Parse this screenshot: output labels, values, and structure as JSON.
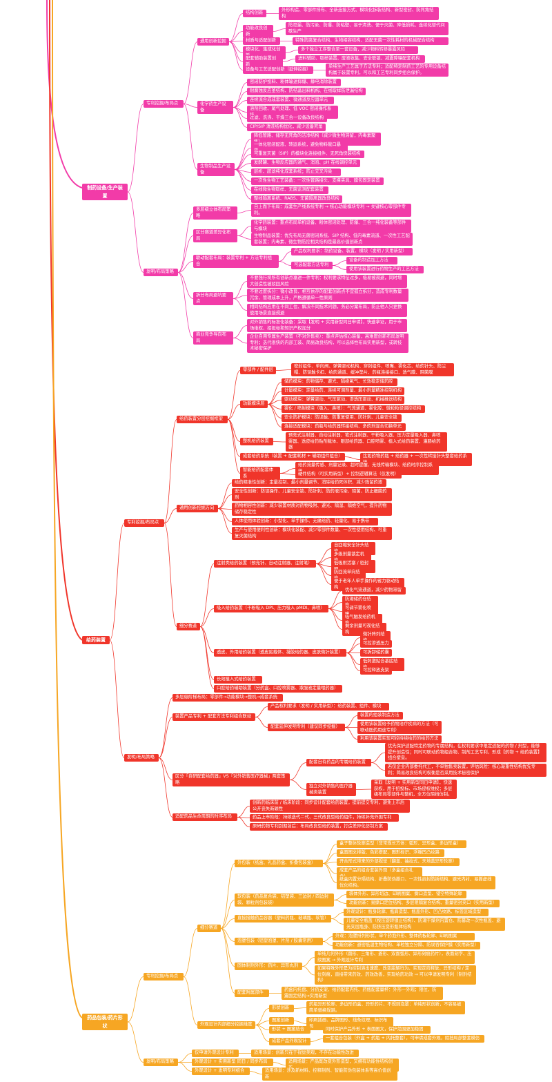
{
  "colors": {
    "pink": "#f23ba8",
    "red": "#f0352a",
    "orange": "#f6a623",
    "gold": "#e7ad2b"
  },
  "nodes": [
    {
      "id": "pk",
      "parent": null,
      "color": "pink",
      "text": "制药设备/生产装置"
    },
    {
      "id": "pk_a",
      "parent": "pk",
      "color": "pink",
      "text": "专利挖掘/布局点"
    },
    {
      "id": "pk_a1",
      "parent": "pk_a",
      "color": "pink",
      "text": "通用创新挖掘"
    },
    {
      "id": "pk_a1_1",
      "parent": "pk_a1",
      "color": "pink",
      "text": "结构创新"
    },
    {
      "id": "pk_a1_1a",
      "parent": "pk_a1_1",
      "color": "pink",
      "text": "外形构造、零部件排布、全新连接方式、模块化拆装结构、新型密封、防死角结构"
    },
    {
      "id": "pk_a1_2",
      "parent": "pk_a1",
      "color": "pink",
      "text": "功能改良创新"
    },
    {
      "id": "pk_a1_2a",
      "parent": "pk_a1_2",
      "color": "pink",
      "text": "防泄漏、防污染、防爆、防粘壁、易于清洗、便于灭菌、降低损耗、连续化替代间歇生产"
    },
    {
      "id": "pk_a1_3",
      "parent": "pk_a1",
      "color": "pink",
      "text": "材质与适配创新"
    },
    {
      "id": "pk_a1_3a",
      "parent": "pk_a1_3",
      "color": "pink",
      "text": "特殊防腐复合结构、生物相容结构、适配无菌一次性耗材的机械配合结构"
    },
    {
      "id": "pk_a1_4",
      "parent": "pk_a1",
      "color": "pink",
      "text": "模块化、集成化创新"
    },
    {
      "id": "pk_a1_4a",
      "parent": "pk_a1_4",
      "color": "pink",
      "text": "多个独立工序整合至一套设备，减少物料转移暴露风险"
    },
    {
      "id": "pk_a1_5",
      "parent": "pk_a1",
      "color": "pink",
      "text": "配套辅助装置创新"
    },
    {
      "id": "pk_a1_5a",
      "parent": "pk_a1_5",
      "color": "pink",
      "text": "进料辅助、取样装置、废液收集、安全联锁、减震降噪配套机构"
    },
    {
      "id": "pk_a1_6",
      "parent": "pk_a1",
      "color": "pink",
      "text": "设备与工艺适配创新（延伸挖掘）"
    },
    {
      "id": "pk_a1_6a",
      "parent": "pk_a1_6",
      "color": "pink",
      "text": "单纯生产工艺属于方法专利；适配特定制药工艺的专用设备结构属于装置专利，可以和工艺专利同步组合保护。"
    },
    {
      "id": "pk_a2",
      "parent": "pk_a",
      "color": "pink",
      "text": "化学药生产设备"
    },
    {
      "id": "pk_a2_1",
      "parent": "pk_a2",
      "color": "pink",
      "text": "密闭防护投料、粉体输送抑爆、静电消除装置"
    },
    {
      "id": "pk_a2_2",
      "parent": "pk_a2",
      "color": "pink",
      "text": "耐腐蚀反应釜结构、防结晶出料机构、在线取样防泄漏结构"
    },
    {
      "id": "pk_a2_3",
      "parent": "pk_a2",
      "color": "pink",
      "text": "连续流合成成套装置、微通道反应器单元"
    },
    {
      "id": "pk_a2_4",
      "parent": "pk_a2",
      "color": "pink",
      "text": "溶剂回收、尾气处理、低 VOC 密闭操作系统"
    },
    {
      "id": "pk_a2_5",
      "parent": "pk_a2",
      "color": "pink",
      "text": "过滤、洗涤、干燥三合一设备改良结构"
    },
    {
      "id": "pk_a2_6",
      "parent": "pk_a2",
      "color": "pink",
      "text": "CIP/SIP 清洗结构优化，减少设备死角"
    },
    {
      "id": "pk_a3",
      "parent": "pk_a",
      "color": "pink",
      "text": "生物制品生产设备"
    },
    {
      "id": "pk_a3_1",
      "parent": "pk_a3",
      "color": "pink",
      "text": "降低管路、储存无死角的洁净结构（减少微生物滞留，内毒素聚集）"
    },
    {
      "id": "pk_a3_2",
      "parent": "pk_a3",
      "color": "pink",
      "text": "一体化密闭配液、转运系统，避免物料敞口暴露"
    },
    {
      "id": "pk_a3_3",
      "parent": "pk_a3",
      "color": "pink",
      "text": "可重复灭菌（SIP）的模块化连接组件、无死角快装结构"
    },
    {
      "id": "pk_a3_4",
      "parent": "pk_a3",
      "color": "pink",
      "text": "发酵罐、生物反应器的通气、消泡、pH 在线调控单元"
    },
    {
      "id": "pk_a3_5",
      "parent": "pk_a3",
      "color": "pink",
      "text": "层析、超滤纯化成套系统；防止交叉污染"
    },
    {
      "id": "pk_a3_6",
      "parent": "pk_a3",
      "color": "pink",
      "text": "一次性生物工艺装备：一次性管路接头、支撑夹具、膜包固定装置"
    },
    {
      "id": "pk_a3_7",
      "parent": "pk_a3",
      "color": "pink",
      "text": "在线微生物取样、无菌监测配套装置"
    },
    {
      "id": "pk_a3_8",
      "parent": "pk_a3",
      "color": "pink",
      "text": "整线隔离系统、RABS、无菌隔离器改良结构"
    },
    {
      "id": "pk_b",
      "parent": "pk",
      "color": "pink",
      "text": "发明/布局策略"
    },
    {
      "id": "pk_b1",
      "parent": "pk_b",
      "color": "pink",
      "text": "多层级立体布局策略"
    },
    {
      "id": "pk_b1a",
      "parent": "pk_b1",
      "color": "pink",
      "text": "自上而下布局：成套生产线系统专利 → 核心功能模块专利 → 关键核心零部件专利。"
    },
    {
      "id": "pk_b2",
      "parent": "pk_b",
      "color": "pink",
      "text": "区分赛道差异化布局"
    },
    {
      "id": "pk_b2a",
      "parent": "pk_b2",
      "color": "pink",
      "text": "化学药装置：重点布局单机设备、粉体密闭处理、防爆、三合一纯化装备等部件与模块"
    },
    {
      "id": "pk_b2b",
      "parent": "pk_b2",
      "color": "pink",
      "text": "生物制品装置：优先布局无菌密闭系统、SIP 结构、低内毒素流道、一次性工艺配套装置；内毒素、微生物防控相关结构是最高价值创新点"
    },
    {
      "id": "pk_b3",
      "parent": "pk_b",
      "color": "pink",
      "text": "联动配套布局：装置专利 + 方法专利组合"
    },
    {
      "id": "pk_b3a",
      "parent": "pk_b3",
      "color": "pink",
      "text": "产品权利要求：制药设备、装置、模块（发明 / 实用新型）"
    },
    {
      "id": "pk_b3b",
      "parent": "pk_b3",
      "color": "pink",
      "text": "可选配套方法专利"
    },
    {
      "id": "pk_b3b1",
      "parent": "pk_b3b",
      "color": "pink",
      "text": "设备的制造加工方法"
    },
    {
      "id": "pk_b3b2",
      "parent": "pk_b3b",
      "color": "pink",
      "text": "使用该装置进行药物生产的工艺方法"
    },
    {
      "id": "pk_b4",
      "parent": "pk_b",
      "color": "pink",
      "text": "拆分布局避坑要点"
    },
    {
      "id": "pk_b4a",
      "parent": "pk_b4",
      "color": "pink",
      "text": "不要强行将所有创新点塞进一件专利：权利要求特征过多，极易被规避，同时增大创造性被驳回风险"
    },
    {
      "id": "pk_b4b",
      "parent": "pk_b4",
      "color": "pink",
      "text": "不要过度拆分：微小改良、相互依存的配套创新点不宜孤立拆分，造成专利数量冗余、管理成本上升，严格遵循单一性原则"
    },
    {
      "id": "pk_b4c",
      "parent": "pk_b4",
      "color": "pink",
      "text": "相同结构应用在不同工位、解决不同技术问题，务必分案布局，防止他人只更换使用场景直接规避"
    },
    {
      "id": "pk_b5",
      "parent": "pk_b",
      "color": "pink",
      "text": "商业竞争导向布局"
    },
    {
      "id": "pk_b5a",
      "parent": "pk_b5",
      "color": "pink",
      "text": "对外销售的标准化装备：采取【发明 + 实用新型同日申请】，快速拿证，用于市场维权、招投标和知识产权加分"
    },
    {
      "id": "pk_b5b",
      "parent": "pk_b5",
      "color": "pink",
      "text": "企业自用专属生产装置（不对外售卖）：重点评估核心装备，高难度创新布局发明专利；迭代很快的内部工装、简易改良结构，可以选择性布局实用新型，或转技术秘密保护"
    },
    {
      "id": "rd",
      "parent": null,
      "color": "red",
      "text": "给药装置"
    },
    {
      "id": "rd_a",
      "parent": "rd",
      "color": "red",
      "text": "专利挖掘/布局点"
    },
    {
      "id": "rd_a1",
      "parent": "rd_a",
      "color": "red",
      "text": "给药装置分层挖掘框架"
    },
    {
      "id": "rd_a1_1",
      "parent": "rd_a1",
      "color": "red",
      "text": "零部件 / 配件层"
    },
    {
      "id": "rd_a1_1a",
      "parent": "rd_a1_1",
      "color": "red",
      "text": "密封组件、单向阀、弹簧驱动机构、穿刺组件、喷嘴、雾化芯、给药针头、防尘帽、防误触卡扣、给药通道、缓冲垫片、药瓶连接接口、透气膜、阻菌膜"
    },
    {
      "id": "rd_a1_2",
      "parent": "rd_a1",
      "color": "red",
      "text": "功能模块层"
    },
    {
      "id": "rd_a1_2a",
      "parent": "rd_a1_2",
      "color": "red",
      "text": "储药模块：药物储存、避光、隔绝氧气、长效稳定储药腔"
    },
    {
      "id": "rd_a1_2b",
      "parent": "rd_a1_2",
      "color": "red",
      "text": "计量模块：定量给药、连续可调剂量、最小剂量精准控制机构"
    },
    {
      "id": "rd_a1_2c",
      "parent": "rd_a1_2",
      "color": "red",
      "text": "驱动模块：弹簧驱动、气压驱动、渗透压驱动、机械推送结构"
    },
    {
      "id": "rd_a1_2d",
      "parent": "rd_a1_2",
      "color": "red",
      "text": "雾化 / 喷射模块（吸入、鼻喷）：气流通道、雾化腔、微粒粒径调控结构"
    },
    {
      "id": "rd_a1_2e",
      "parent": "rd_a1_2",
      "color": "red",
      "text": "安全防护模块：防误触、防重复使用、防针刺、儿童安全锁"
    },
    {
      "id": "rd_a1_2f",
      "parent": "rd_a1_2",
      "color": "red",
      "text": "连接适配模块：药瓶与给药器转接结构、多药剂混合切换单元"
    },
    {
      "id": "rd_a1_3",
      "parent": "rd_a1",
      "color": "red",
      "text": "整机给药装置"
    },
    {
      "id": "rd_a1_3a",
      "parent": "rd_a1_3",
      "color": "red",
      "text": "预充式注射器、自动注射器、笔式注射器、干粉吸入器、压力定量吸入器、鼻喷雾器、透皮给药贴剂载体、眼部给药器、口腔喷雾、植入式给药装置、灌肠给药器"
    },
    {
      "id": "rd_a1_4",
      "parent": "rd_a1",
      "color": "red",
      "text": "成套给药系统（装置 + 配套耗材 + 辅助组件组合）"
    },
    {
      "id": "rd_a1_4a",
      "parent": "rd_a1_4",
      "color": "red",
      "text": "比如药物药瓶 + 给药器 + 一次性转接针头整套给药系统"
    },
    {
      "id": "rd_a1_5",
      "parent": "rd_a1",
      "color": "red",
      "text": "智能给药配套体系"
    },
    {
      "id": "rd_a1_5a",
      "parent": "rd_a1_5",
      "color": "red",
      "text": "给药流量传感、剂量记录、超时提醒、无线传输模块、给药时序控制系统"
    },
    {
      "id": "rd_a1_5b",
      "parent": "rd_a1_5",
      "color": "red",
      "text": "硬件结构（可实用新型）+ 控制逻辑算法（仅发明）"
    },
    {
      "id": "rd_a2",
      "parent": "rd_a",
      "color": "red",
      "text": "通用创新挖掘方向"
    },
    {
      "id": "rd_a2_1",
      "parent": "rd_a2",
      "color": "red",
      "text": "给药精准性创新：定量控制、最小剂量调节、消除给药死体积、减少残留药液"
    },
    {
      "id": "rd_a2_2",
      "parent": "rd_a2",
      "color": "red",
      "text": "安全性创新：防误操作、儿童安全锁、防针刺、防药液污染、阻菌、防止细菌药剂"
    },
    {
      "id": "rd_a2_3",
      "parent": "rd_a2",
      "color": "red",
      "text": "药物相容性创新：减少装置材质对药物吸附、避光、隔湿、隔绝空气，提升药物储存稳定性"
    },
    {
      "id": "rd_a2_4",
      "parent": "rd_a2",
      "color": "red",
      "text": "人体使用体验创新：小型化、单手操作、无痛给药、轻量化、易于携带"
    },
    {
      "id": "rd_a2_5",
      "parent": "rd_a2",
      "color": "red",
      "text": "生产与使用便利性创新：模块化装配、减少零部件数量、一次性使用结构、可重复灭菌结构"
    },
    {
      "id": "rd_a3",
      "parent": "rd_a",
      "color": "red",
      "text": "细分赛道"
    },
    {
      "id": "rd_a3_1",
      "parent": "rd_a3",
      "color": "red",
      "text": "注射类给药装置（预充针、自动注射器、注射笔）"
    },
    {
      "id": "rd_a3_1a",
      "parent": "rd_a3_1",
      "color": "red",
      "text": "自回缩安全针头结构"
    },
    {
      "id": "rd_a3_1b",
      "parent": "rd_a3_1",
      "color": "red",
      "text": "多级剂量锁定机构"
    },
    {
      "id": "rd_a3_1c",
      "parent": "rd_a3_1",
      "color": "red",
      "text": "低吸附活塞 / 密封圈"
    },
    {
      "id": "rd_a3_1d",
      "parent": "rd_a3_1",
      "color": "red",
      "text": "防回流单向结构"
    },
    {
      "id": "rd_a3_1e",
      "parent": "rd_a3_1",
      "color": "red",
      "text": "便于老年人单手操作的省力驱动结构"
    },
    {
      "id": "rd_a3_2",
      "parent": "rd_a3",
      "color": "red",
      "text": "吸入给药装置（干粉吸入 DPI、压力吸入 pMDI、鼻喷）"
    },
    {
      "id": "rd_a3_2a",
      "parent": "rd_a3_2",
      "color": "red",
      "text": "优化气流通道，减少药物滞留"
    },
    {
      "id": "rd_a3_2b",
      "parent": "rd_a3_2",
      "color": "red",
      "text": "防潮储药仓结构"
    },
    {
      "id": "rd_a3_2c",
      "parent": "rd_a3_2",
      "color": "red",
      "text": "可调节雾化喷嘴"
    },
    {
      "id": "rd_a3_2d",
      "parent": "rd_a3_2",
      "color": "red",
      "text": "吸气触发给药机构"
    },
    {
      "id": "rd_a3_2e",
      "parent": "rd_a3_2",
      "color": "red",
      "text": "剩余剂量可视化结构"
    },
    {
      "id": "rd_a3_3",
      "parent": "rd_a3",
      "color": "red",
      "text": "透皮、外用给药装置（透皮贴载体、凝胶给药器、皮肤微针装置）"
    },
    {
      "id": "rd_a3_3a",
      "parent": "rd_a3_3",
      "color": "red",
      "text": "微针阵列结构"
    },
    {
      "id": "rd_a3_3b",
      "parent": "rd_a3_3",
      "color": "red",
      "text": "可控渗透压力"
    },
    {
      "id": "rd_a3_3c",
      "parent": "rd_a3_3",
      "color": "red",
      "text": "可拆卸储药囊"
    },
    {
      "id": "rd_a3_3d",
      "parent": "rd_a3_3",
      "color": "red",
      "text": "低刺激贴合基底结构"
    },
    {
      "id": "rd_a3_3e",
      "parent": "rd_a3_3",
      "color": "red",
      "text": "可控释放支架"
    },
    {
      "id": "rd_a3_4",
      "parent": "rd_a3",
      "color": "red",
      "text": "长效植入式给药装置"
    },
    {
      "id": "rd_a3_5",
      "parent": "rd_a3",
      "color": "red",
      "text": "口腔给药辅助装置（分药盒、口腔喷雾器、漱服液定量喂药器）"
    },
    {
      "id": "rd_b",
      "parent": "rd",
      "color": "red",
      "text": "发明/布局策略"
    },
    {
      "id": "rd_b1",
      "parent": "rd_b",
      "color": "red",
      "text": "多层级阶梯布局：零部件→功能模块→整机→成套系统"
    },
    {
      "id": "rd_b2",
      "parent": "rd_b",
      "color": "red",
      "text": "装置产品专利 + 配套方法专利组合联动"
    },
    {
      "id": "rd_b2a",
      "parent": "rd_b2",
      "color": "red",
      "text": "产品权利要求（发明 / 实用新型）：给药装置、组件、模块"
    },
    {
      "id": "rd_b2b",
      "parent": "rd_b2",
      "color": "red",
      "text": "配套延伸发明专利（建议同步挖掘）"
    },
    {
      "id": "rd_b2b1",
      "parent": "rd_b2b",
      "color": "red",
      "text": "装置的组装制造方法"
    },
    {
      "id": "rd_b2b2",
      "parent": "rd_b2b",
      "color": "red",
      "text": "使用该装置给予药物治疗疾病的方法（可联动医药用途专利）"
    },
    {
      "id": "rd_b2b3",
      "parent": "rd_b2b",
      "color": "red",
      "text": "利用该装置实现可控持续给药的给药方法"
    },
    {
      "id": "rd_b3",
      "parent": "rd_b",
      "color": "red",
      "text": "区分「自研配套给药器」VS「对外销售医疗器械」两套策略"
    },
    {
      "id": "rd_b3a",
      "parent": "rd_b3",
      "color": "red",
      "text": "配套自有药品的专属给药装置"
    },
    {
      "id": "rd_b3a1",
      "parent": "rd_b3a",
      "color": "red",
      "text": "优先保护适配特定药物的专属结构，在权利要求中限定适配的药物 / 剂型，能够提升创造性；同时可联动药物组合物、制剂工艺专利，形成【药物 + 给药装置】组合壁垒。"
    },
    {
      "id": "rd_b3a2",
      "parent": "rd_b3a",
      "color": "red",
      "text": "若仅企业内部委托代工，不单独售卖装置，评估风险：核心凝重性结构优先专利；简易改良结构可权衡是否采用技术秘密保护"
    },
    {
      "id": "rd_b3b",
      "parent": "rd_b3",
      "color": "red",
      "text": "独立对外销售的医疗器械类装置"
    },
    {
      "id": "rd_b3b1",
      "parent": "rd_b3b",
      "color": "red",
      "text": "采取【发明 + 实用新型同日申请】，快速获权，用于招投标、市场侵权维权；多层级布局零部件与整机，全方位阻挡仿制。"
    },
    {
      "id": "rd_b4",
      "parent": "rd_b",
      "color": "red",
      "text": "适配药品生命周期的时序布局"
    },
    {
      "id": "rd_b4a",
      "parent": "rd_b4",
      "color": "red",
      "text": "创新药临床前 / 临床阶段：同步设计配套给药装置，提前提交专利，避免上市后公开丧失新颖性"
    },
    {
      "id": "rd_b4b",
      "parent": "rd_b4",
      "color": "red",
      "text": "药品上市阶段：持续迭代二代、三代改良型给药组件，持续补充外围专利"
    },
    {
      "id": "rd_b4c",
      "parent": "rd_b4",
      "color": "red",
      "text": "原研药物专利到期前后：布局改良型给药装置，打造差异化仿制方案"
    },
    {
      "id": "ok",
      "parent": null,
      "color": "orange",
      "text": "药品包装/药片形状"
    },
    {
      "id": "ok_a",
      "parent": "ok",
      "color": "orange",
      "text": "专利挖掘/布局点"
    },
    {
      "id": "ok_a1",
      "parent": "ok_a",
      "color": "orange",
      "text": "细分赛道"
    },
    {
      "id": "ok_a1_1",
      "parent": "ok_a1",
      "color": "orange",
      "text": "外包装（纸盒、礼品药盒、折叠包装盒）"
    },
    {
      "id": "ok_a1_1a",
      "parent": "ok_a1_1",
      "color": "orange",
      "text": "盒子整体轮廓造型（非常规长方体：弧形、异形盒、多边形盒）"
    },
    {
      "id": "ok_a1_1b",
      "parent": "ok_a1_1",
      "color": "orange",
      "text": "盒面图文排版、色彩搭配、图形标识、浮雕凹凸纹路"
    },
    {
      "id": "ok_a1_1c",
      "parent": "ok_a1_1",
      "color": "orange",
      "text": "开合形式带来的外部视觉（翻盖、抽拉式、天地盖异形轮廓）"
    },
    {
      "id": "ok_a1_1d",
      "parent": "ok_a1_1",
      "color": "orange",
      "text": "成套产品的组合套装外观（多盒组合礼盒）"
    },
    {
      "id": "ok_a1_1e",
      "parent": "ok_a1_1",
      "color": "orange",
      "text": "纸盒内置分隔结构、折叠防伪撕口、一次性启封防拆结构、避光内衬、易撕虚线优化结构。"
    },
    {
      "id": "ok_a1_2",
      "parent": "ok_a1",
      "color": "orange",
      "text": "软包装（药品复合袋、铝塑袋、三边封 / 四边封袋、颗粒剂包装袋）"
    },
    {
      "id": "ok_a1_2a",
      "parent": "ok_a1_2",
      "color": "orange",
      "text": "袋体外形、异形切边、印刷图案、撕口造型、镂空特殊轮廓"
    },
    {
      "id": "ok_a1_2b",
      "parent": "ok_a1_2",
      "color": "orange",
      "text": "功能创新：易撕口定位结构、多层阻隔复合结构、重量密封夹口（实用新型）"
    },
    {
      "id": "ok_a1_3",
      "parent": "ok_a1",
      "color": "orange",
      "text": "直接接触药品容器（塑料药瓶、玻璃瓶、软管）"
    },
    {
      "id": "ok_a1_3a",
      "parent": "ok_a1_3",
      "color": "orange",
      "text": "外观设计：瓶身轮廓、瓶肩造型、瓶盖外形、凹凸纹路、标签区域造型"
    },
    {
      "id": "ok_a1_3b",
      "parent": "ok_a1_3",
      "color": "orange",
      "text": "儿童安全瓶盖（按压旋转锁止结构）、防潮干燥剂内置仓、防篡改一次性瓶盖、避光夹层瓶身、防挤压变形瓶体结构"
    },
    {
      "id": "ok_a1_4",
      "parent": "ok_a1",
      "color": "orange",
      "text": "泡罩包装（铝塑泡罩、片剂 / 胶囊常用）"
    },
    {
      "id": "ok_a1_4a",
      "parent": "ok_a1_4",
      "color": "orange",
      "text": "外观：泡罩排列形状、单个药泡外形、整体药板轮廓、印刷图案"
    },
    {
      "id": "ok_a1_4b",
      "parent": "ok_a1_4",
      "color": "orange",
      "text": "功能创新：避密低温生物结构、单粒独立分隔、防误吞保护膜（实用新型）"
    },
    {
      "id": "ok_a1_5",
      "parent": "ok_a1",
      "color": "orange",
      "text": "固体制剂外形：药片、异形丸剂"
    },
    {
      "id": "ok_a1_5a",
      "parent": "ok_a1_5",
      "color": "orange",
      "text": "单纯几何外形（圆形、三角形、菱形、双面弧形、异形刻痕药片），表面刻字、压纹图案 → 外观设计专利"
    },
    {
      "id": "ok_a1_5b",
      "parent": "ok_a1_5",
      "color": "orange",
      "text": "如果特殊外形是为控制溶出速度、改变崩解行为、实现定向释放、异形结构 / 定位刻痕，直接带来药效、药效改善，实现给药功效 → 可以申请发明专利（制剂结构）"
    },
    {
      "id": "ok_a1_6",
      "parent": "ok_a1",
      "color": "orange",
      "text": "配套附属部件"
    },
    {
      "id": "ok_a1_6a",
      "parent": "ok_a1_6",
      "color": "orange",
      "text": "药盒内托盘、分药支架、给药配套内托、药瓶配套量杯：外形一外观；限位、防震固定结构→实用新型"
    },
    {
      "id": "ok_a2",
      "parent": "ok_a",
      "color": "orange",
      "text": "外观设计内部细分挖掘维度"
    },
    {
      "id": "ok_a2_1",
      "parent": "ok_a2",
      "color": "orange",
      "text": "形状创新"
    },
    {
      "id": "ok_a2_1a",
      "parent": "ok_a2_1",
      "color": "orange",
      "text": "药瓶异形轮廓、多边形药盒、异形药片、不规则泡罩：单纯形状创新，不容易被简单替换规避。"
    },
    {
      "id": "ok_a2_2",
      "parent": "ok_a2",
      "color": "orange",
      "text": "图案创新"
    },
    {
      "id": "ok_a2_2a",
      "parent": "ok_a2_2",
      "color": "orange",
      "text": "印刷插画、品牌图形、线条纹理、标识布局"
    },
    {
      "id": "ok_a2_3",
      "parent": "ok_a2",
      "color": "orange",
      "text": "形状 + 图案结合"
    },
    {
      "id": "ok_a2_3a",
      "parent": "ok_a2_3",
      "color": "orange",
      "text": "同时保护产品外形 + 表面图文，保护范围更加稳固"
    },
    {
      "id": "ok_a2_4",
      "parent": "ok_a2",
      "color": "orange",
      "text": "成套产品外观设计"
    },
    {
      "id": "ok_a2_4a",
      "parent": "ok_a2_4",
      "color": "orange",
      "text": "一套组合包装（外盒 + 药瓶 + 内托整套），可申请成套外观，阻挡局部整套模仿"
    },
    {
      "id": "ok_b",
      "parent": "ok",
      "color": "orange",
      "text": "发明/布局策略"
    },
    {
      "id": "ok_b1",
      "parent": "ok_b",
      "color": "orange",
      "text": "仅申请外观设计专利"
    },
    {
      "id": "ok_b1a",
      "parent": "ok_b1",
      "color": "orange",
      "text": "适用场景：创新只在于视觉美观，不存在功能性改进"
    },
    {
      "id": "ok_b2",
      "parent": "ok_b",
      "color": "orange",
      "text": "外观设计 + 实用新型 同日 / 同步布局"
    },
    {
      "id": "ok_b2a",
      "parent": "ok_b2",
      "color": "orange",
      "text": "适用场景：产品既改变外形造型，又拥有功能性结构创新"
    },
    {
      "id": "ok_b3",
      "parent": "ok_b",
      "color": "orange",
      "text": "外观设计 + 发明专利组合"
    },
    {
      "id": "ok_b3a",
      "parent": "ok_b3",
      "color": "orange",
      "text": "适用场景：涉及新材料、控释制剂、智能防伪包装体系等高价值创新"
    }
  ]
}
